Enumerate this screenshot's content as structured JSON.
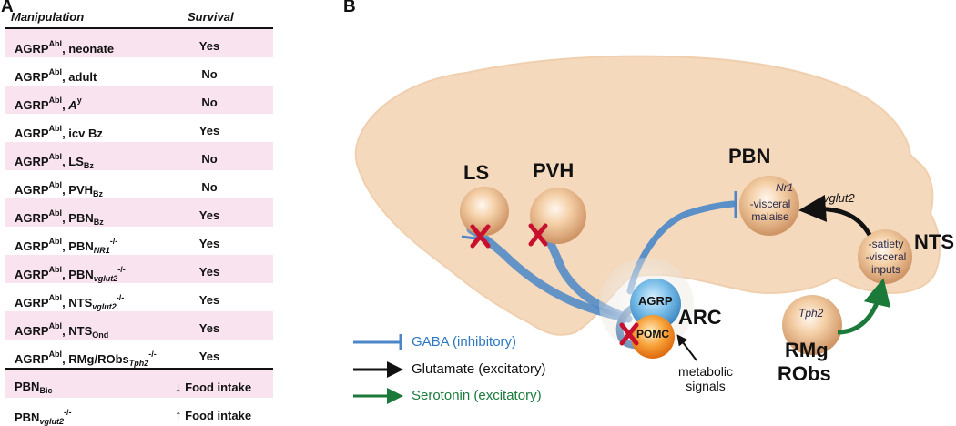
{
  "panel_a": {
    "letter": "A",
    "header": {
      "manipulation": "Manipulation",
      "survival": "Survival"
    },
    "rows": [
      {
        "base": "AGRP",
        "sup": "Abl",
        "mod": "neonate",
        "sub": "",
        "subsup": "",
        "result": "Yes"
      },
      {
        "base": "AGRP",
        "sup": "Abl",
        "mod": "adult",
        "sub": "",
        "subsup": "",
        "result": "No"
      },
      {
        "base": "AGRP",
        "sup": "Abl",
        "mod": "A",
        "modsup": "y",
        "sub": "",
        "subsup": "",
        "result": "No"
      },
      {
        "base": "AGRP",
        "sup": "Abl",
        "mod": "icv Bz",
        "sub": "",
        "subsup": "",
        "result": "Yes"
      },
      {
        "base": "AGRP",
        "sup": "Abl",
        "mod": "LS",
        "sub": "Bz",
        "subsup": "",
        "result": "No"
      },
      {
        "base": "AGRP",
        "sup": "Abl",
        "mod": "PVH",
        "sub": "Bz",
        "subsup": "",
        "result": "No"
      },
      {
        "base": "AGRP",
        "sup": "Abl",
        "mod": "PBN",
        "sub": "Bz",
        "subsup": "",
        "result": "Yes"
      },
      {
        "base": "AGRP",
        "sup": "Abl",
        "mod": "PBN",
        "sub": "NR1",
        "subsup": "-/-",
        "result": "Yes"
      },
      {
        "base": "AGRP",
        "sup": "Abl",
        "mod": "PBN",
        "sub": "vglut2",
        "subsup": "-/-",
        "result": "Yes"
      },
      {
        "base": "AGRP",
        "sup": "Abl",
        "mod": "NTS",
        "sub": "vglut2",
        "subsup": "-/-",
        "result": "Yes"
      },
      {
        "base": "AGRP",
        "sup": "Abl",
        "mod": "NTS",
        "sub": "Ond",
        "subsup": "",
        "result": "Yes"
      },
      {
        "base": "AGRP",
        "sup": "Abl",
        "mod": "RMg/RObs",
        "sub": "Tph2",
        "subsup": "-/-",
        "result": "Yes"
      }
    ],
    "pbn_rows": [
      {
        "mod": "PBN",
        "sub": "Bic",
        "subsup": "",
        "arrow": "↓",
        "result": "Food intake"
      },
      {
        "mod": "PBN",
        "sub": "vglut2",
        "subsup": "-/-",
        "arrow": "↑",
        "result": "Food intake"
      }
    ]
  },
  "panel_b": {
    "letter": "B",
    "regions": {
      "ls": "LS",
      "pvh": "PVH",
      "pbn": "PBN",
      "nts": "NTS",
      "arc": "ARC",
      "rmg": "RMg",
      "robs": "RObs",
      "agrp": "AGRP",
      "pomc": "POMC"
    },
    "inner_text": {
      "nr1": "Nr1",
      "pbn_line1": "-visceral",
      "pbn_line2": "malaise",
      "nts_line1": "-satiety",
      "nts_line2": "-visceral",
      "nts_line3": "inputs",
      "tph2": "Tph2",
      "vglut2": "vglut2"
    },
    "metabolic_line1": "metabolic",
    "metabolic_line2": "signals",
    "legend": [
      {
        "label": "GABA (inhibitory)",
        "color": "#2e78c0"
      },
      {
        "label": "Glutamate (excitatory)",
        "color": "#111111"
      },
      {
        "label": "Serotonin (excitatory)",
        "color": "#1a7a3a"
      }
    ],
    "colors": {
      "brain": "#f5d9bd",
      "gaba": "#4a86c8",
      "glutamate": "#111111",
      "serotonin": "#1b7a3a",
      "x_mark": "#c8102e",
      "agrp": "#6fb6e4",
      "pomc": "#f08a1a"
    }
  }
}
